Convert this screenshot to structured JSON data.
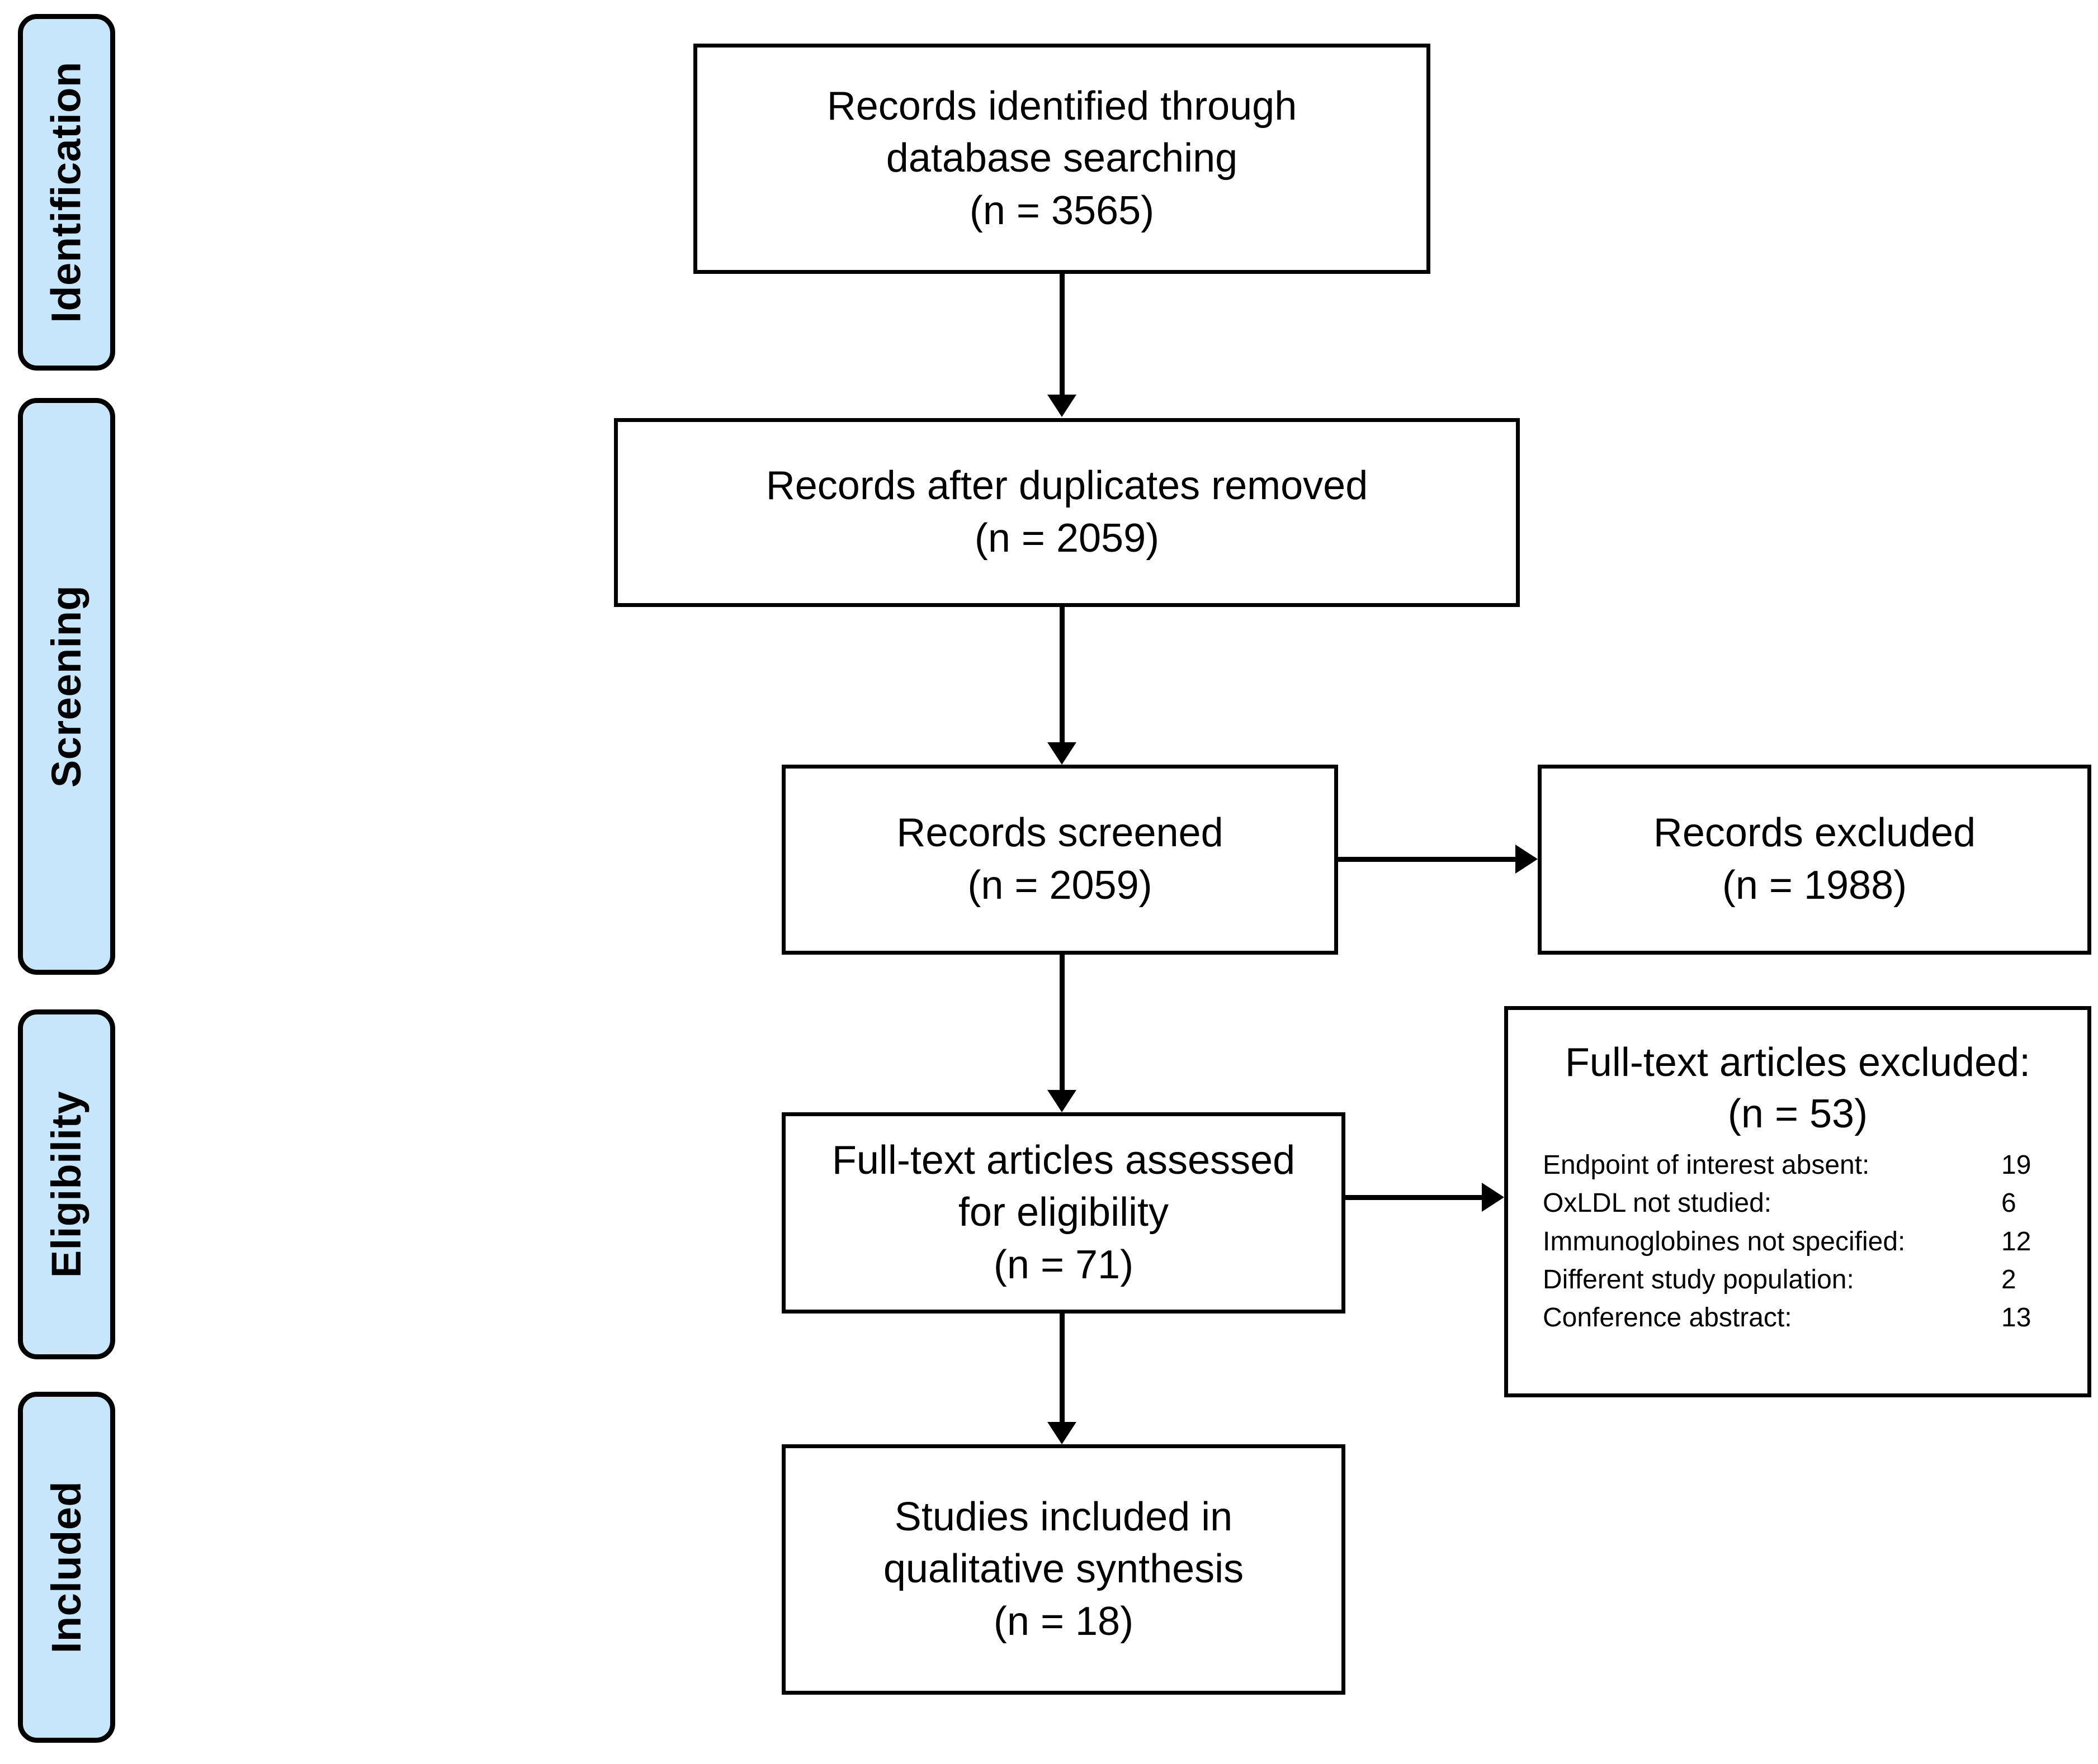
{
  "figure": {
    "type": "prisma-flow-diagram",
    "background_color": "#ffffff",
    "stage_fill_color": "#c7e6fb",
    "line_color": "#000000"
  },
  "stages": [
    {
      "label": "Identification"
    },
    {
      "label": "Screening"
    },
    {
      "label": "Eligibility"
    },
    {
      "label": "Included"
    }
  ],
  "boxes": {
    "identified": {
      "line1": "Records identified through",
      "line2": "database searching",
      "line3": "(n = 3565)"
    },
    "deduplicated": {
      "line1": "Records after duplicates removed",
      "line2": "(n = 2059)"
    },
    "screened": {
      "line1": "Records screened",
      "line2": "(n = 2059)"
    },
    "records_excluded": {
      "line1": "Records excluded",
      "line2": "(n = 1988)"
    },
    "assessed": {
      "line1": "Full-text articles assessed",
      "line2": "for eligibility",
      "line3": "(n = 71)"
    },
    "fulltext_excluded": {
      "title_line1": "Full-text articles excluded:",
      "title_line2": "(n = 53)",
      "reasons": [
        {
          "label": "Endpoint of interest absent:",
          "count": "19"
        },
        {
          "label": "OxLDL not studied:",
          "count": "6"
        },
        {
          "label": "Immunoglobines not specified:",
          "count": "12"
        },
        {
          "label": "Different study population:",
          "count": "2"
        },
        {
          "label": "Conference abstract:",
          "count": "13"
        }
      ]
    },
    "included": {
      "line1": "Studies included in",
      "line2": "qualitative synthesis",
      "line3": "(n = 18)"
    }
  },
  "chart_data": {
    "type": "diagram",
    "title": "PRISMA flow diagram",
    "nodes": [
      {
        "id": "identified",
        "stage": "Identification",
        "label": "Records identified through database searching",
        "n": 3565
      },
      {
        "id": "deduplicated",
        "stage": "Screening",
        "label": "Records after duplicates removed",
        "n": 2059
      },
      {
        "id": "screened",
        "stage": "Screening",
        "label": "Records screened",
        "n": 2059
      },
      {
        "id": "records_excluded",
        "stage": "Screening",
        "label": "Records excluded",
        "n": 1988
      },
      {
        "id": "assessed",
        "stage": "Eligibility",
        "label": "Full-text articles assessed for eligibility",
        "n": 71
      },
      {
        "id": "fulltext_excluded",
        "stage": "Eligibility",
        "label": "Full-text articles excluded",
        "n": 53
      },
      {
        "id": "included",
        "stage": "Included",
        "label": "Studies included in qualitative synthesis",
        "n": 18
      }
    ],
    "edges": [
      {
        "from": "identified",
        "to": "deduplicated"
      },
      {
        "from": "deduplicated",
        "to": "screened"
      },
      {
        "from": "screened",
        "to": "records_excluded"
      },
      {
        "from": "screened",
        "to": "assessed"
      },
      {
        "from": "assessed",
        "to": "fulltext_excluded"
      },
      {
        "from": "assessed",
        "to": "included"
      }
    ],
    "exclusion_breakdown": {
      "Endpoint of interest absent": 19,
      "OxLDL not studied": 6,
      "Immunoglobines not specified": 12,
      "Different study population": 2,
      "Conference abstract": 13
    }
  }
}
